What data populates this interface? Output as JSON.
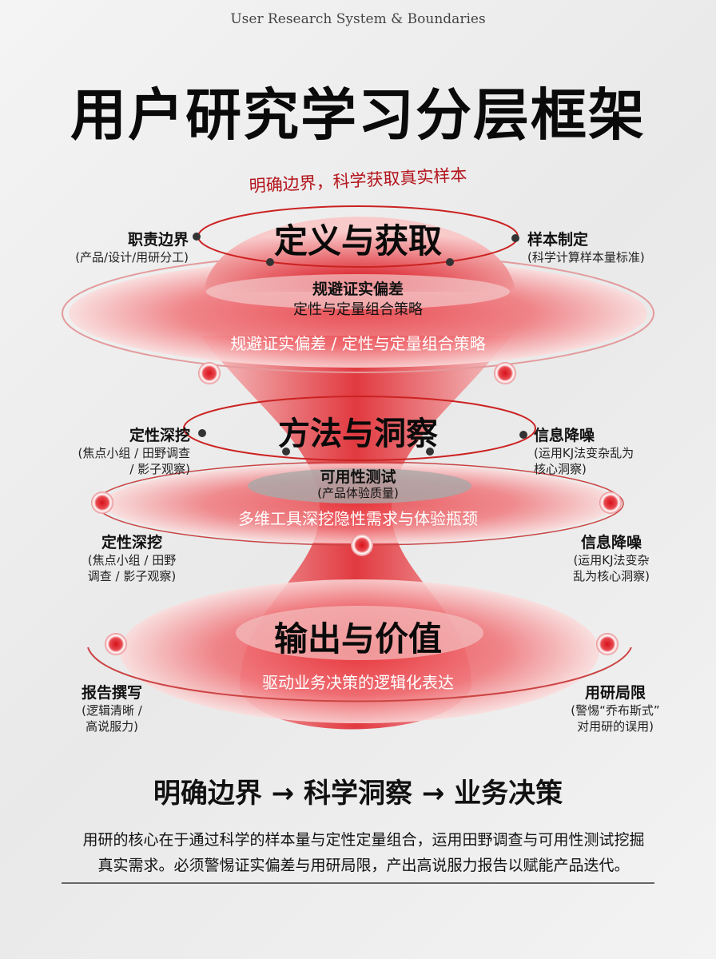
{
  "header": {
    "subtitle": "User Research System & Boundaries",
    "title": "用户研究学习分层框架"
  },
  "layer1": {
    "arc_text": "明确边界，科学获取真实样本",
    "title": "定义与获取",
    "inner_title": "规避证实偏差",
    "inner_sub": "定性与定量组合策略",
    "band_text": "规避证实偏差 / 定性与定量组合策略",
    "left": {
      "heading": "职责边界",
      "detail": "(产品/设计/用研分工)"
    },
    "right": {
      "heading": "样本制定",
      "detail": "(科学计算样本量标准)"
    }
  },
  "layer2": {
    "title": "方法与洞察",
    "inner_title": "可用性测试",
    "inner_sub": "(产品体验质量)",
    "band_text": "多维工具深挖隐性需求与体验瓶颈",
    "left_upper": {
      "heading": "定性深挖",
      "detail_1": "(焦点小组 / 田野调查",
      "detail_2": "/ 影子观察)"
    },
    "right_upper": {
      "heading": "信息降噪",
      "detail_1": "(运用KJ法变杂乱为",
      "detail_2": "核心洞察)"
    },
    "left_lower": {
      "heading": "定性深挖",
      "detail_1": "(焦点小组 / 田野",
      "detail_2": "调查 / 影子观察)"
    },
    "right_lower": {
      "heading": "信息降噪",
      "detail_1": "(运用KJ法变杂",
      "detail_2": "乱为核心洞察)"
    }
  },
  "layer3": {
    "title": "输出与价值",
    "band_text": "驱动业务决策的逻辑化表达",
    "left": {
      "heading": "报告撰写",
      "detail_1": "(逻辑清晰 /",
      "detail_2": "高说服力)"
    },
    "right": {
      "heading": "用研局限",
      "detail_1": "(警惕“乔布斯式”",
      "detail_2": "对用研的误用)"
    }
  },
  "footer": {
    "flow": "明确边界 → 科学洞察 → 业务决策",
    "paragraph_1": "用研的核心在于通过科学的样本量与定性定量组合，运用田野调查与可用性测试挖掘",
    "paragraph_2": "真实需求。必须警惕证实偏差与用研局限，产出高说服力报告以赋能产品迭代。"
  },
  "colors": {
    "accent": "#d8111b",
    "light_red": "#f5b5b5",
    "text": "#111111"
  }
}
